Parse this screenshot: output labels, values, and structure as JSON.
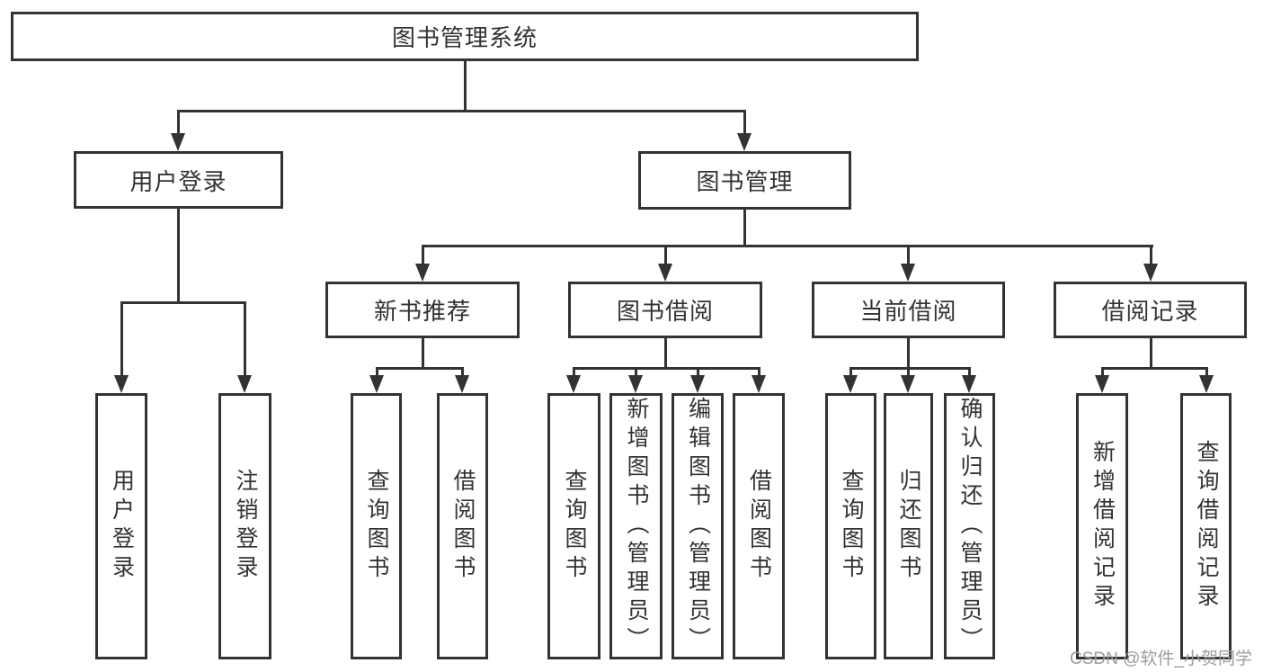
{
  "diagram": {
    "root": "图书管理系统",
    "branches": [
      {
        "label": "用户登录",
        "children": [
          {
            "label": "用户登录"
          },
          {
            "label": "注销登录"
          }
        ]
      },
      {
        "label": "图书管理",
        "children": [
          {
            "label": "新书推荐",
            "children": [
              {
                "label": "查询图书"
              },
              {
                "label": "借阅图书"
              }
            ]
          },
          {
            "label": "图书借阅",
            "children": [
              {
                "label": "查询图书"
              },
              {
                "label": "新增图书（管理员）"
              },
              {
                "label": "编辑图书（管理员）"
              },
              {
                "label": "借阅图书"
              }
            ]
          },
          {
            "label": "当前借阅",
            "children": [
              {
                "label": "查询图书"
              },
              {
                "label": "归还图书"
              },
              {
                "label": "确认归还（管理员）"
              }
            ]
          },
          {
            "label": "借阅记录",
            "children": [
              {
                "label": "新增借阅记录"
              },
              {
                "label": "查询借阅记录"
              }
            ]
          }
        ]
      }
    ]
  },
  "watermark": {
    "text": "CSDN @软件_小贺同学"
  },
  "colors": {
    "line": "#333333",
    "box_background": "#ffffff",
    "text": "#333333",
    "watermark": "#9c9c9c",
    "page_background": "#ffffff"
  }
}
